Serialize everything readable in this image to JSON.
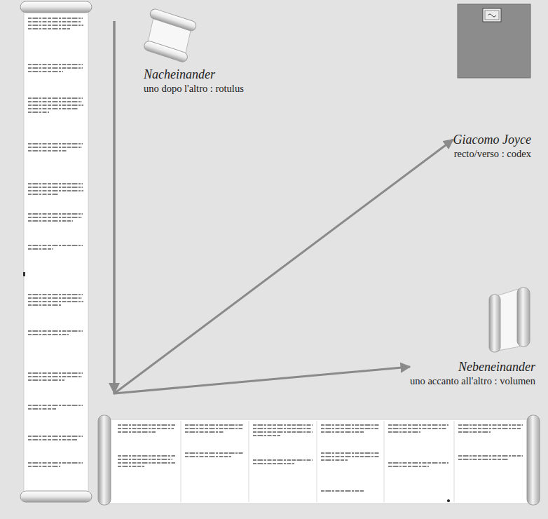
{
  "diagram": {
    "nodes": [
      {
        "text": [
          "Nacheinander",
          "uno dopo l'altro : rotulus"
        ]
      },
      {
        "text": [
          "Giacomo Joyce",
          "recto/verso : codex"
        ]
      },
      {
        "text": [
          "Nebeneinander",
          "uno accanto all'altro : volumen"
        ]
      }
    ],
    "edges": [
      {
        "from": 0,
        "to": 2,
        "arrow": "to"
      },
      {
        "from": 0,
        "to": 1,
        "arrow": "to"
      }
    ]
  }
}
